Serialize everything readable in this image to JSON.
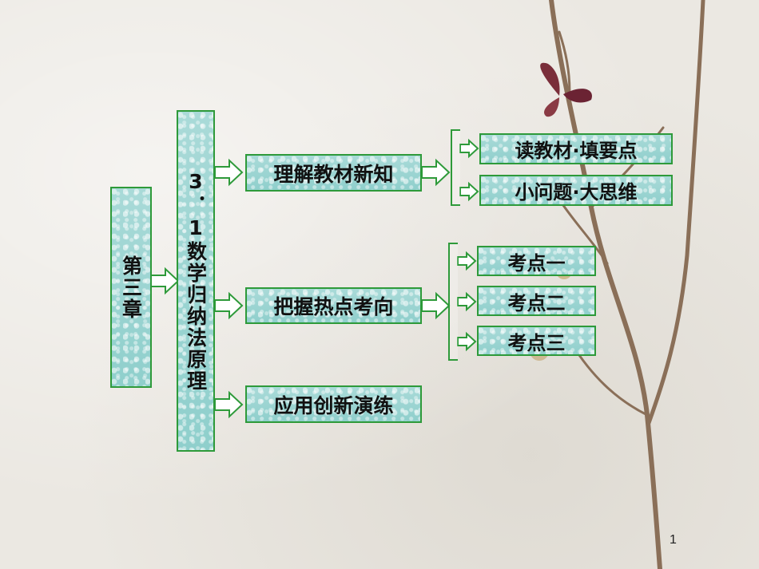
{
  "chapter": {
    "label": "第三章"
  },
  "section": {
    "label": "3．1数学归纳法原理"
  },
  "branches": [
    {
      "label": "理解教材新知",
      "children": [
        "读教材·填要点",
        "小问题·大思维"
      ]
    },
    {
      "label": "把握热点考向",
      "children": [
        "考点一",
        "考点二",
        "考点三"
      ]
    },
    {
      "label": "应用创新演练",
      "children": []
    }
  ],
  "page_number": "1",
  "colors": {
    "box_fill": "#9fd6d3",
    "border_green": "#2e9a3a",
    "arrow_fill": "#ffffff"
  }
}
